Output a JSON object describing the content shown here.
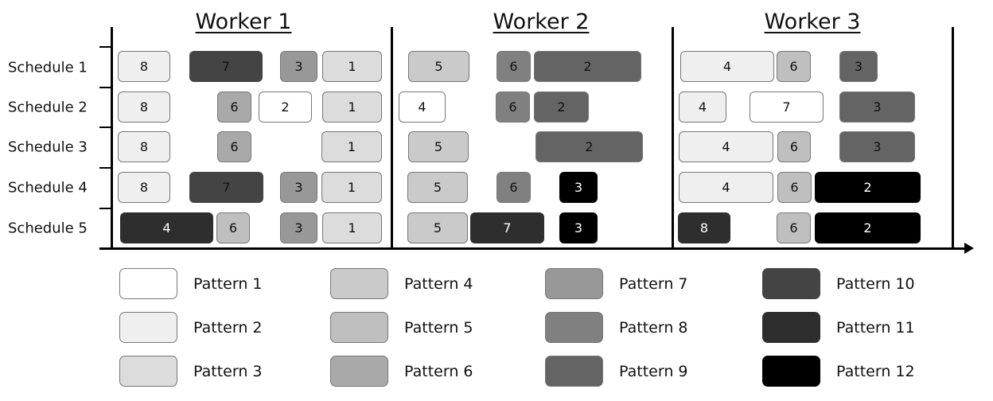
{
  "workers": [
    "Worker 1",
    "Worker 2",
    "Worker 3"
  ],
  "schedules": [
    "Schedule 1",
    "Schedule 2",
    "Schedule 3",
    "Schedule 4",
    "Schedule 5"
  ],
  "patterns": [
    {
      "label": "Pattern 1",
      "color": "#ffffff"
    },
    {
      "label": "Pattern 2",
      "color": "#efefef"
    },
    {
      "label": "Pattern 3",
      "color": "#dcdcdc"
    },
    {
      "label": "Pattern 4",
      "color": "#cacaca"
    },
    {
      "label": "Pattern 5",
      "color": "#bfbfbf"
    },
    {
      "label": "Pattern 6",
      "color": "#a9a9a9"
    },
    {
      "label": "Pattern 7",
      "color": "#989898"
    },
    {
      "label": "Pattern 8",
      "color": "#808080"
    },
    {
      "label": "Pattern 9",
      "color": "#646464"
    },
    {
      "label": "Pattern 10",
      "color": "#444444"
    },
    {
      "label": "Pattern 11",
      "color": "#2e2e2e"
    },
    {
      "label": "Pattern 12",
      "color": "#000000"
    }
  ],
  "time_axis": {
    "min": 0,
    "max": 108
  },
  "rows": [
    [
      {
        "label": "8",
        "pattern": 2,
        "start": 0.8,
        "end": 7.4
      },
      {
        "label": "7",
        "pattern": 10,
        "start": 9.8,
        "end": 19.0
      },
      {
        "label": "3",
        "pattern": 7,
        "start": 21.2,
        "end": 25.9
      },
      {
        "label": "1",
        "pattern": 3,
        "start": 26.5,
        "end": 34.0
      },
      {
        "label": "5",
        "pattern": 4,
        "start": 37.3,
        "end": 45.0
      },
      {
        "label": "6",
        "pattern": 8,
        "start": 48.4,
        "end": 52.7
      },
      {
        "label": "2",
        "pattern": 9,
        "start": 53.1,
        "end": 66.6
      },
      {
        "label": "4",
        "pattern": 2,
        "start": 71.5,
        "end": 83.3
      },
      {
        "label": "6",
        "pattern": 5,
        "start": 83.6,
        "end": 87.9
      },
      {
        "label": "3",
        "pattern": 9,
        "start": 91.5,
        "end": 96.3
      }
    ],
    [
      {
        "label": "8",
        "pattern": 2,
        "start": 0.8,
        "end": 7.4
      },
      {
        "label": "6",
        "pattern": 6,
        "start": 13.3,
        "end": 17.6
      },
      {
        "label": "2",
        "pattern": 1,
        "start": 18.5,
        "end": 25.2
      },
      {
        "label": "1",
        "pattern": 3,
        "start": 26.5,
        "end": 34.0
      },
      {
        "label": "4",
        "pattern": 1,
        "start": 36.1,
        "end": 42.0
      },
      {
        "label": "6",
        "pattern": 8,
        "start": 48.3,
        "end": 52.6
      },
      {
        "label": "2",
        "pattern": 9,
        "start": 53.1,
        "end": 60.0
      },
      {
        "label": "4",
        "pattern": 2,
        "start": 71.3,
        "end": 77.3
      },
      {
        "label": "7",
        "pattern": 1,
        "start": 80.2,
        "end": 89.5
      },
      {
        "label": "3",
        "pattern": 9,
        "start": 91.5,
        "end": 101.0
      }
    ],
    [
      {
        "label": "8",
        "pattern": 2,
        "start": 0.8,
        "end": 7.4
      },
      {
        "label": "6",
        "pattern": 6,
        "start": 13.3,
        "end": 17.6
      },
      {
        "label": "1",
        "pattern": 3,
        "start": 26.4,
        "end": 34.0
      },
      {
        "label": "5",
        "pattern": 4,
        "start": 37.3,
        "end": 44.9
      },
      {
        "label": "2",
        "pattern": 9,
        "start": 53.3,
        "end": 66.8
      },
      {
        "label": "4",
        "pattern": 2,
        "start": 71.3,
        "end": 83.2
      },
      {
        "label": "6",
        "pattern": 5,
        "start": 83.7,
        "end": 87.9
      },
      {
        "label": "3",
        "pattern": 9,
        "start": 91.5,
        "end": 101.0
      }
    ],
    [
      {
        "label": "8",
        "pattern": 2,
        "start": 0.8,
        "end": 7.4
      },
      {
        "label": "7",
        "pattern": 10,
        "start": 9.8,
        "end": 19.1
      },
      {
        "label": "3",
        "pattern": 7,
        "start": 21.2,
        "end": 25.9
      },
      {
        "label": "1",
        "pattern": 3,
        "start": 26.4,
        "end": 34.0
      },
      {
        "label": "5",
        "pattern": 4,
        "start": 37.2,
        "end": 44.8
      },
      {
        "label": "6",
        "pattern": 8,
        "start": 48.4,
        "end": 52.7
      },
      {
        "label": "3",
        "pattern": 12,
        "start": 56.3,
        "end": 61.1
      },
      {
        "label": "4",
        "pattern": 2,
        "start": 71.3,
        "end": 83.2
      },
      {
        "label": "6",
        "pattern": 5,
        "start": 83.7,
        "end": 88.0
      },
      {
        "label": "2",
        "pattern": 12,
        "start": 88.4,
        "end": 101.7
      }
    ],
    [
      {
        "label": "4",
        "pattern": 11,
        "start": 1.1,
        "end": 12.8
      },
      {
        "label": "6",
        "pattern": 5,
        "start": 13.2,
        "end": 17.4
      },
      {
        "label": "3",
        "pattern": 7,
        "start": 21.2,
        "end": 25.9
      },
      {
        "label": "1",
        "pattern": 3,
        "start": 26.5,
        "end": 34.0
      },
      {
        "label": "5",
        "pattern": 4,
        "start": 37.2,
        "end": 44.8
      },
      {
        "label": "7",
        "pattern": 11,
        "start": 45.1,
        "end": 54.4
      },
      {
        "label": "3",
        "pattern": 12,
        "start": 56.3,
        "end": 61.1
      },
      {
        "label": "8",
        "pattern": 11,
        "start": 71.2,
        "end": 77.8
      },
      {
        "label": "6",
        "pattern": 5,
        "start": 83.6,
        "end": 87.9
      },
      {
        "label": "2",
        "pattern": 12,
        "start": 88.4,
        "end": 101.7
      }
    ]
  ]
}
